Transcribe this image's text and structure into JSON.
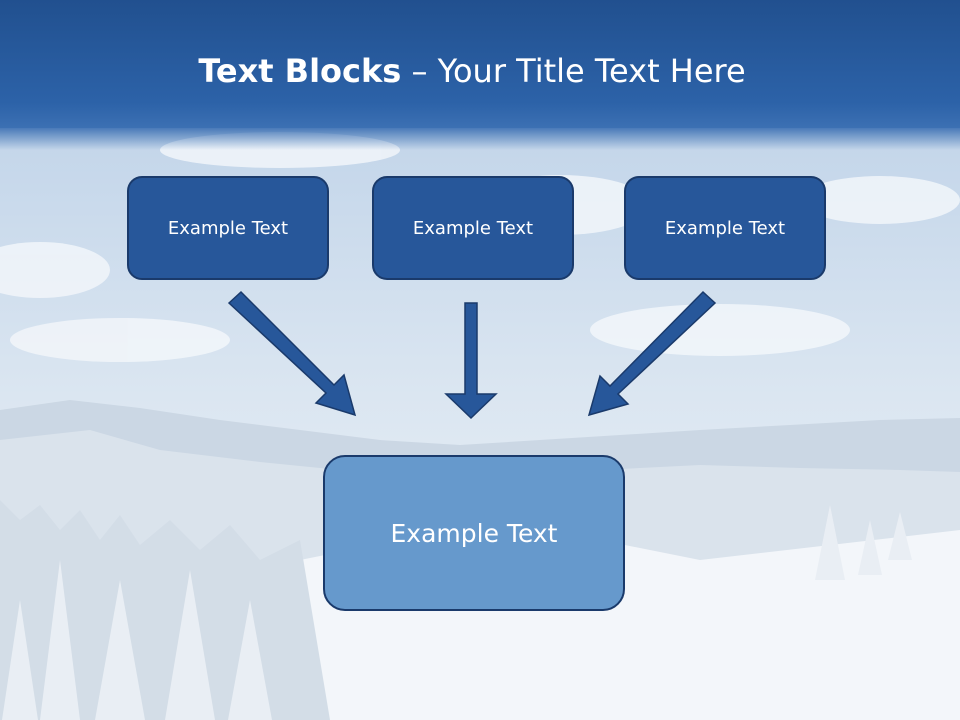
{
  "title": {
    "bold": "Text Blocks",
    "dash": " – ",
    "rest": "Your Title Text Here"
  },
  "boxes": {
    "left": "Example Text",
    "middle": "Example Text",
    "right": "Example Text",
    "bottom": "Example Text"
  },
  "colors": {
    "header_blue": "#27579a",
    "box_dark": "#27579a",
    "box_light": "#6699cc",
    "arrow_fill": "#27579a",
    "outline": "#1a3a6b"
  }
}
